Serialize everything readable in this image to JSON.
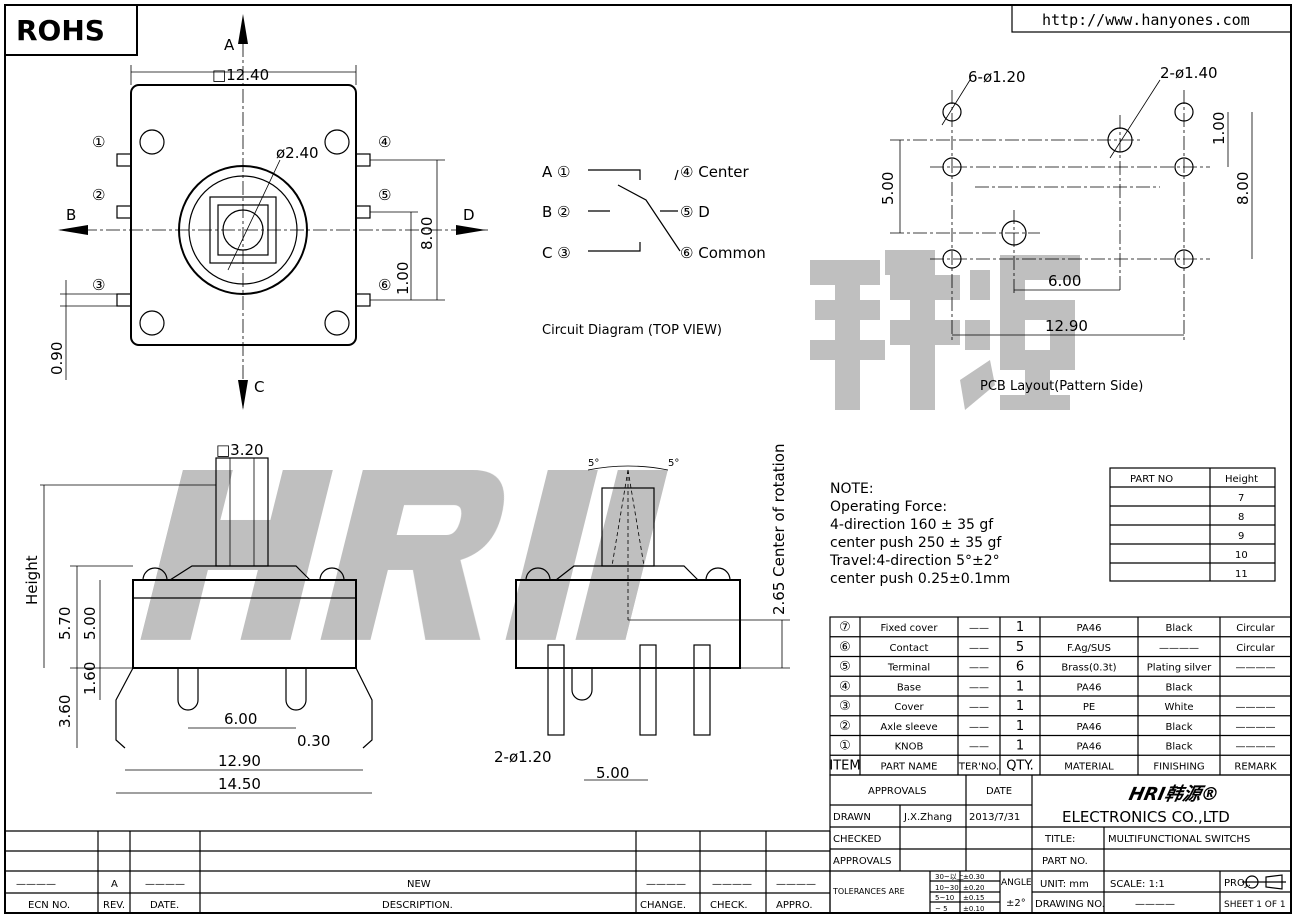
{
  "header": {
    "rohs": "ROHS",
    "url": "http://www.hanyones.com"
  },
  "watermark": {
    "logo": "HRI韩源"
  },
  "top_view": {
    "size": "□12.40",
    "knob_dia": "ø2.40",
    "dim_8": "8.00",
    "dim_1": "1.00",
    "dim_090": "0.90",
    "arrows": {
      "a": "A",
      "b": "B",
      "c": "C",
      "d": "D"
    },
    "pins": [
      "①",
      "②",
      "③",
      "④",
      "⑤",
      "⑥"
    ]
  },
  "circuit": {
    "rows": [
      {
        "left": "A ①",
        "right": "④ Center"
      },
      {
        "left": "B ②",
        "right": "⑤ D"
      },
      {
        "left": "C ③",
        "right": "⑥ Common"
      }
    ],
    "caption": "Circuit Diagram (TOP VIEW)"
  },
  "pcb": {
    "holes6": "6-ø1.20",
    "holes2": "2-ø1.40",
    "dim_500": "5.00",
    "dim_100": "1.00",
    "dim_800": "8.00",
    "dim_600": "6.00",
    "dim_1290": "12.90",
    "caption": "PCB Layout(Pattern Side)"
  },
  "side_view": {
    "axle": "□3.20",
    "height": "Height",
    "d570": "5.70",
    "d500": "5.00",
    "d160": "1.60",
    "d360": "3.60",
    "d600": "6.00",
    "d030": "0.30",
    "d1290": "12.90",
    "d1450": "14.50"
  },
  "front_view": {
    "angle_l": "5°",
    "angle_r": "5°",
    "rotation": "2.65 Center of rotation",
    "holes": "2-ø1.20",
    "d500": "5.00"
  },
  "note": {
    "lines": [
      "NOTE:",
      "Operating Force:",
      "4-direction 160 ± 35 gf",
      "center push 250 ± 35 gf",
      "Travel:4-direction 5°±2°",
      "center push 0.25±0.1mm"
    ]
  },
  "height_table": {
    "headers": [
      "PART NO",
      "Height"
    ],
    "rows": [
      [
        "",
        "7"
      ],
      [
        "",
        "8"
      ],
      [
        "",
        "9"
      ],
      [
        "",
        "10"
      ],
      [
        "",
        "11"
      ]
    ]
  },
  "bom": {
    "headers": [
      "ITEM",
      "PART NAME",
      "TER'NO.",
      "QTY.",
      "MATERIAL",
      "FINISHING",
      "REMARK"
    ],
    "rows": [
      [
        "⑦",
        "Fixed cover",
        "——",
        "1",
        "PA46",
        "Black",
        "Circular"
      ],
      [
        "⑥",
        "Contact",
        "——",
        "5",
        "F.Ag/SUS",
        "————",
        "Circular"
      ],
      [
        "⑤",
        "Terminal",
        "——",
        "6",
        "Brass(0.3t)",
        "Plating silver",
        "————"
      ],
      [
        "④",
        "Base",
        "——",
        "1",
        "PA46",
        "Black",
        ""
      ],
      [
        "③",
        "Cover",
        "——",
        "1",
        "PE",
        "White",
        "————"
      ],
      [
        "②",
        "Axle sleeve",
        "——",
        "1",
        "PA46",
        "Black",
        "————"
      ],
      [
        "①",
        "KNOB",
        "——",
        "1",
        "PA46",
        "Black",
        "————"
      ]
    ]
  },
  "title_block": {
    "approvals": "APPROVALS",
    "date": "DATE",
    "drawn": "DRAWN",
    "drawn_by": "J.X.Zhang",
    "drawn_date": "2013/7/31",
    "checked": "CHECKED",
    "approvals2": "APPROVALS",
    "company_logo": "HRI韩源®",
    "company": "ELECTRONICS CO.,LTD",
    "title_label": "TITLE:",
    "title": "MULTIFUNCTIONAL SWITCHS",
    "part_no_label": "PART NO.",
    "tolerances": "TOLERANCES ARE",
    "tol_ranges": [
      "30~以上",
      "10~30",
      "5~10",
      "~ 5"
    ],
    "tol_values": [
      "±0.30",
      "±0.20",
      "±0.15",
      "±0.10"
    ],
    "angle": "ANGLE",
    "angle_tol": "±2°",
    "unit": "UNIT: mm",
    "scale": "SCALE:   1:1",
    "proj": "PROJ.",
    "drawing_no": "DRAWING NO.",
    "drawing_no_val": "————",
    "sheet": "SHEET  1 OF 1"
  },
  "revision": {
    "headers": [
      "ECN NO.",
      "REV.",
      "DATE.",
      "DESCRIPTION.",
      "CHANGE.",
      "CHECK.",
      "APPRO."
    ],
    "row": [
      "————",
      "A",
      "————",
      "NEW",
      "————",
      "————",
      "————"
    ]
  }
}
